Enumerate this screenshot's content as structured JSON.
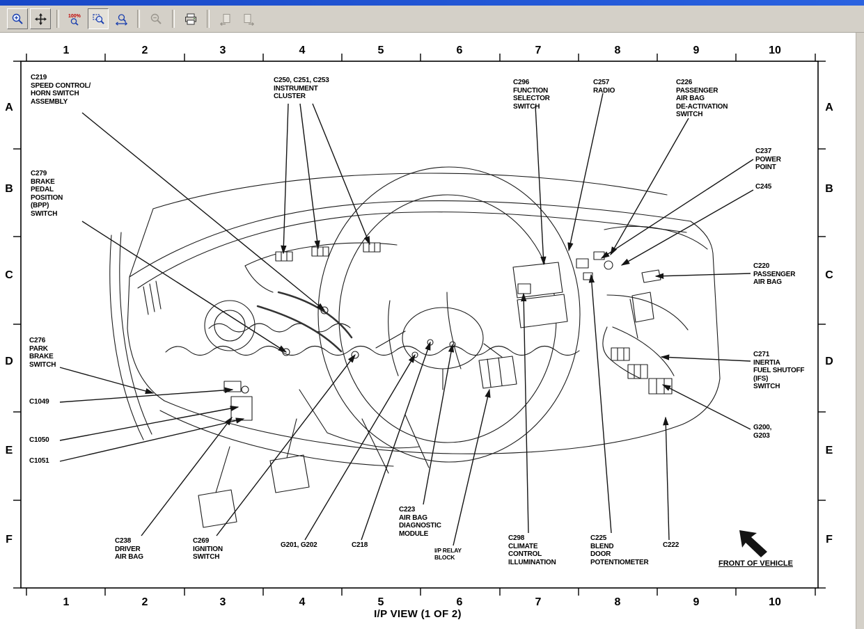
{
  "titlebar": {
    "color": "#1e50d2"
  },
  "toolbar": {
    "zoom_100_label": "100%",
    "buttons": [
      {
        "name": "zoom-in",
        "icon": "magnifier-plus-icon",
        "state": "raised"
      },
      {
        "name": "pan",
        "icon": "move-arrows-icon",
        "state": "raised"
      },
      {
        "name": "zoom-100",
        "icon": "magnifier-100-icon",
        "state": "normal"
      },
      {
        "name": "zoom-select",
        "icon": "magnifier-rect-icon",
        "state": "pressed"
      },
      {
        "name": "fit-width",
        "icon": "magnifier-fit-width-icon",
        "state": "normal"
      },
      {
        "name": "zoom-out",
        "icon": "magnifier-minus-icon",
        "state": "disabled"
      },
      {
        "name": "print",
        "icon": "printer-icon",
        "state": "normal"
      },
      {
        "name": "prev-view",
        "icon": "page-prev-icon",
        "state": "disabled"
      },
      {
        "name": "next-view",
        "icon": "page-next-icon",
        "state": "disabled"
      }
    ]
  },
  "diagram": {
    "caption": "I/P VIEW (1 OF 2)",
    "front_label": "FRONT OF VEHICLE",
    "grid": {
      "columns": [
        "1",
        "2",
        "3",
        "4",
        "5",
        "6",
        "7",
        "8",
        "9",
        "10"
      ],
      "rows": [
        "A",
        "B",
        "C",
        "D",
        "E",
        "F"
      ]
    },
    "callouts": [
      {
        "id": "C219",
        "text": "C219\nSPEED CONTROL/\nHORN SWITCH\nASSEMBLY"
      },
      {
        "id": "C279",
        "text": "C279\nBRAKE\nPEDAL\nPOSITION\n(BPP)\nSWITCH"
      },
      {
        "id": "C250",
        "text": "C250, C251, C253\nINSTRUMENT\nCLUSTER"
      },
      {
        "id": "C296",
        "text": "C296\nFUNCTION\nSELECTOR\nSWITCH"
      },
      {
        "id": "C257",
        "text": "C257\nRADIO"
      },
      {
        "id": "C226",
        "text": "C226\nPASSENGER\nAIR BAG\nDE-ACTIVATION\nSWITCH"
      },
      {
        "id": "C237",
        "text": "C237\nPOWER\nPOINT"
      },
      {
        "id": "C245",
        "text": "C245"
      },
      {
        "id": "C220",
        "text": "C220\nPASSENGER\nAIR BAG"
      },
      {
        "id": "C276",
        "text": "C276\nPARK\nBRAKE\nSWITCH"
      },
      {
        "id": "C1049",
        "text": "C1049"
      },
      {
        "id": "C1050",
        "text": "C1050"
      },
      {
        "id": "C1051",
        "text": "C1051"
      },
      {
        "id": "C271",
        "text": "C271\nINERTIA\nFUEL SHUTOFF\n(IFS)\nSWITCH"
      },
      {
        "id": "G200",
        "text": "G200,\nG203"
      },
      {
        "id": "C238",
        "text": "C238\nDRIVER\nAIR BAG"
      },
      {
        "id": "C269",
        "text": "C269\nIGNITION\nSWITCH"
      },
      {
        "id": "G201",
        "text": "G201, G202"
      },
      {
        "id": "C218",
        "text": "C218"
      },
      {
        "id": "C223",
        "text": "C223\nAIR BAG\nDIAGNOSTIC\nMODULE"
      },
      {
        "id": "IP_RELAY",
        "text": "I/P RELAY\nBLOCK"
      },
      {
        "id": "C298",
        "text": "C298\nCLIMATE\nCONTROL\nILLUMINATION"
      },
      {
        "id": "C225",
        "text": "C225\nBLEND\nDOOR\nPOTENTIOMETER"
      },
      {
        "id": "C222",
        "text": "C222"
      }
    ]
  }
}
